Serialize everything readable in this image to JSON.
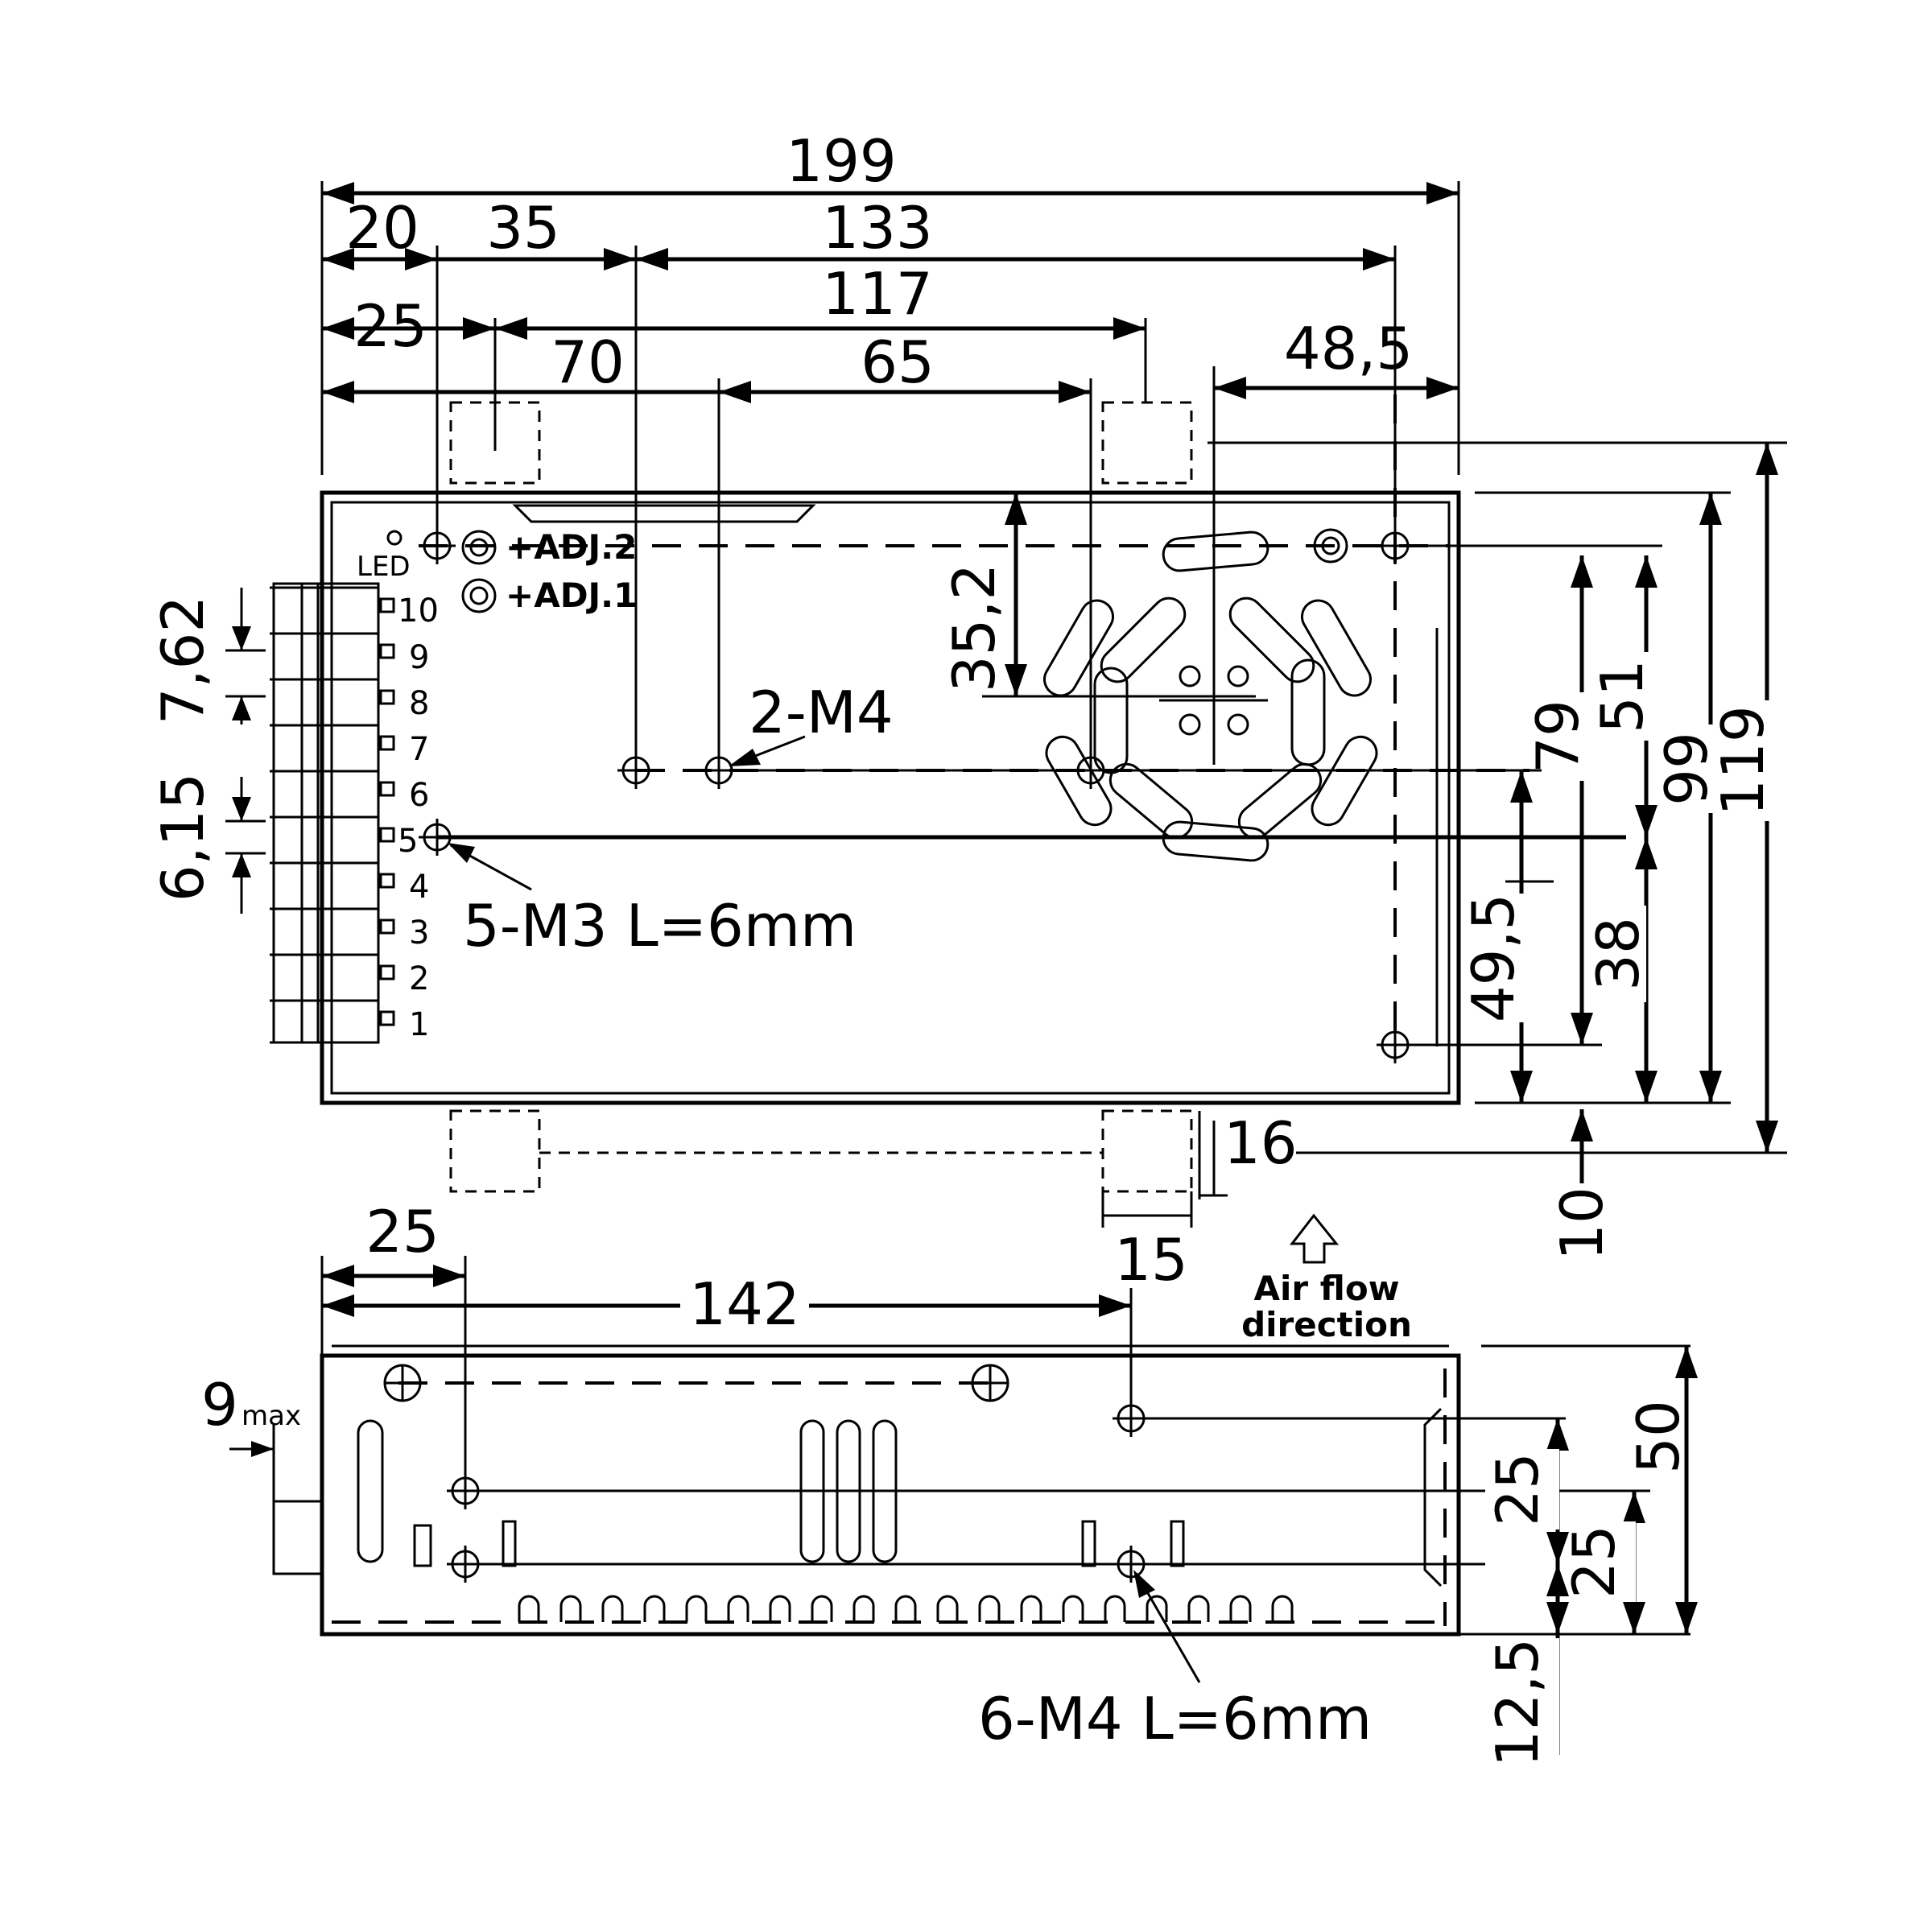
{
  "dimensions": {
    "overall_width": "199",
    "d20": "20",
    "d35": "35",
    "d133": "133",
    "d25_top": "25",
    "d117": "117",
    "d70": "70",
    "d65": "65",
    "d48_5": "48,5",
    "d35_2": "35,2",
    "d7_62": "7,62",
    "d6_15": "6,15",
    "d79": "79",
    "d51": "51",
    "d99": "99",
    "d119": "119",
    "d49_5": "49,5",
    "d38": "38",
    "d16": "16",
    "d10": "10",
    "d15": "15",
    "d25_side": "25",
    "d142": "142",
    "d9": "9",
    "d9_max": "max",
    "d50": "50",
    "d25_a": "25",
    "d25_b": "25",
    "d12_5": "12,5"
  },
  "labels": {
    "adj2": "+ADJ.2",
    "adj1": "+ADJ.1",
    "led": "LED",
    "m4_holes": "2-M4",
    "m3_holes": "5-M3 L=6mm",
    "m4_side_holes": "6-M4 L=6mm",
    "airflow_1": "Air flow",
    "airflow_2": "direction"
  },
  "terminal_pins": [
    "10",
    "9",
    "8",
    "7",
    "6",
    "5",
    "4",
    "3",
    "2",
    "1"
  ]
}
